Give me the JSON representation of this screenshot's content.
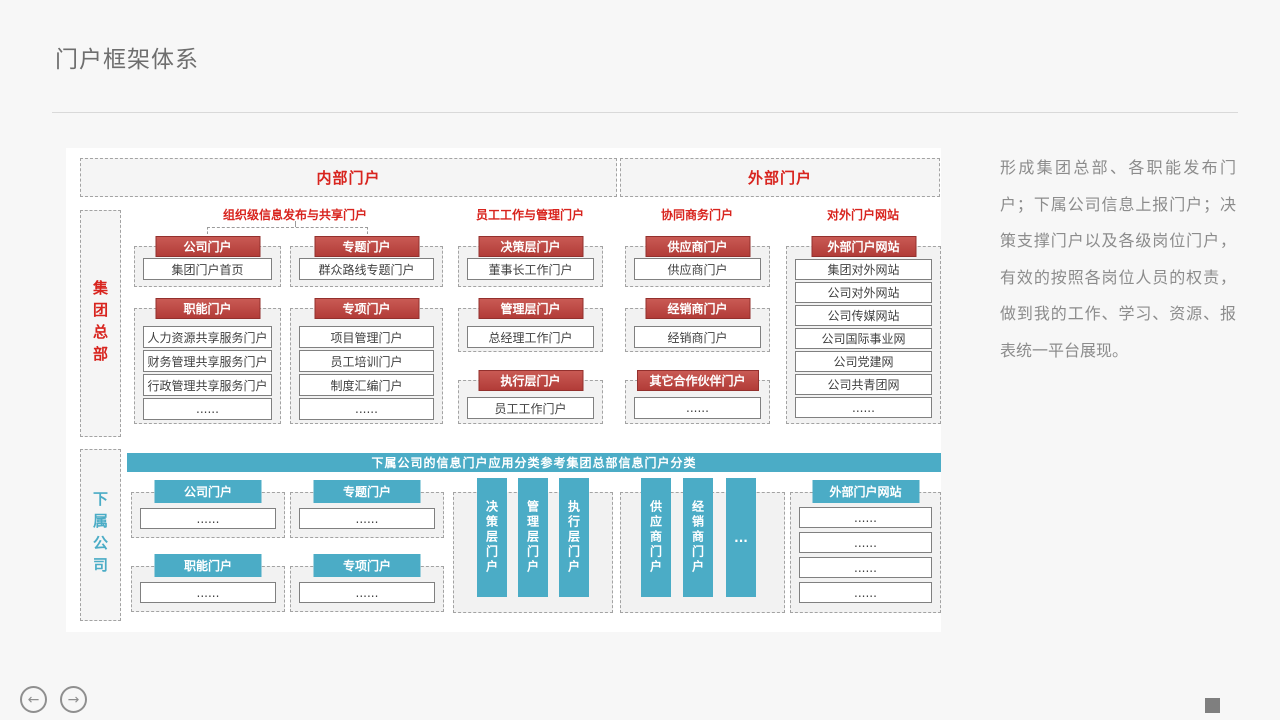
{
  "slide": {
    "title": "门户框架体系",
    "side_note": "形成集团总部、各职能发布门户；下属公司信息上报门户；决策支撑门户以及各级岗位门户，有效的按照各岗位人员的权责，做到我的工作、学习、资源、报表统一平台展现。"
  },
  "nav": {
    "prev": "←",
    "next": "→"
  },
  "colors": {
    "accent_red": "#c0504d",
    "text_red": "#d8241e",
    "accent_teal": "#4bacc6",
    "note_gray": "#8c8c8c"
  },
  "diagram": {
    "top_headers": {
      "internal": "内部门户",
      "external": "外部门户"
    },
    "side_labels": {
      "hq": "集团总部",
      "subsidiary": "下属公司"
    },
    "column_labels": {
      "org": "组织级信息发布与共享门户",
      "staff": "员工工作与管理门户",
      "business": "协同商务门户",
      "external": "对外门户网站"
    },
    "hq": {
      "company": {
        "header": "公司门户",
        "items": [
          "集团门户首页"
        ]
      },
      "special": {
        "header": "专题门户",
        "items": [
          "群众路线专题门户"
        ]
      },
      "decision": {
        "header": "决策层门户",
        "items": [
          "董事长工作门户"
        ]
      },
      "supplier": {
        "header": "供应商门户",
        "items": [
          "供应商门户"
        ]
      },
      "external_site": {
        "header": "外部门户网站",
        "items": [
          "集团对外网站",
          "公司对外网站",
          "公司传媒网站",
          "公司国际事业网",
          "公司党建网",
          "公司共青团网",
          "......"
        ]
      },
      "functional": {
        "header": "职能门户",
        "items": [
          "人力资源共享服务门户",
          "财务管理共享服务门户",
          "行政管理共享服务门户",
          "......"
        ]
      },
      "project": {
        "header": "专项门户",
        "items": [
          "项目管理门户",
          "员工培训门户",
          "制度汇编门户",
          "......"
        ]
      },
      "management": {
        "header": "管理层门户",
        "items": [
          "总经理工作门户"
        ]
      },
      "dealer": {
        "header": "经销商门户",
        "items": [
          "经销商门户"
        ]
      },
      "execution": {
        "header": "执行层门户",
        "items": [
          "员工工作门户"
        ]
      },
      "partner": {
        "header": "其它合作伙伴门户",
        "items": [
          "......"
        ]
      }
    },
    "subsidiary": {
      "banner": "下属公司的信息门户应用分类参考集团总部信息门户分类",
      "company": {
        "header": "公司门户",
        "items": [
          "......"
        ]
      },
      "special": {
        "header": "专题门户",
        "items": [
          "......"
        ]
      },
      "functional": {
        "header": "职能门户",
        "items": [
          "......"
        ]
      },
      "project": {
        "header": "专项门户",
        "items": [
          "......"
        ]
      },
      "levels": [
        "决策层门户",
        "管理层门户",
        "执行层门户"
      ],
      "partners": [
        "供应商门户",
        "经销商门户",
        "..."
      ],
      "external_site": {
        "header": "外部门户网站",
        "items": [
          "......",
          "......",
          "......",
          "......"
        ]
      }
    }
  }
}
